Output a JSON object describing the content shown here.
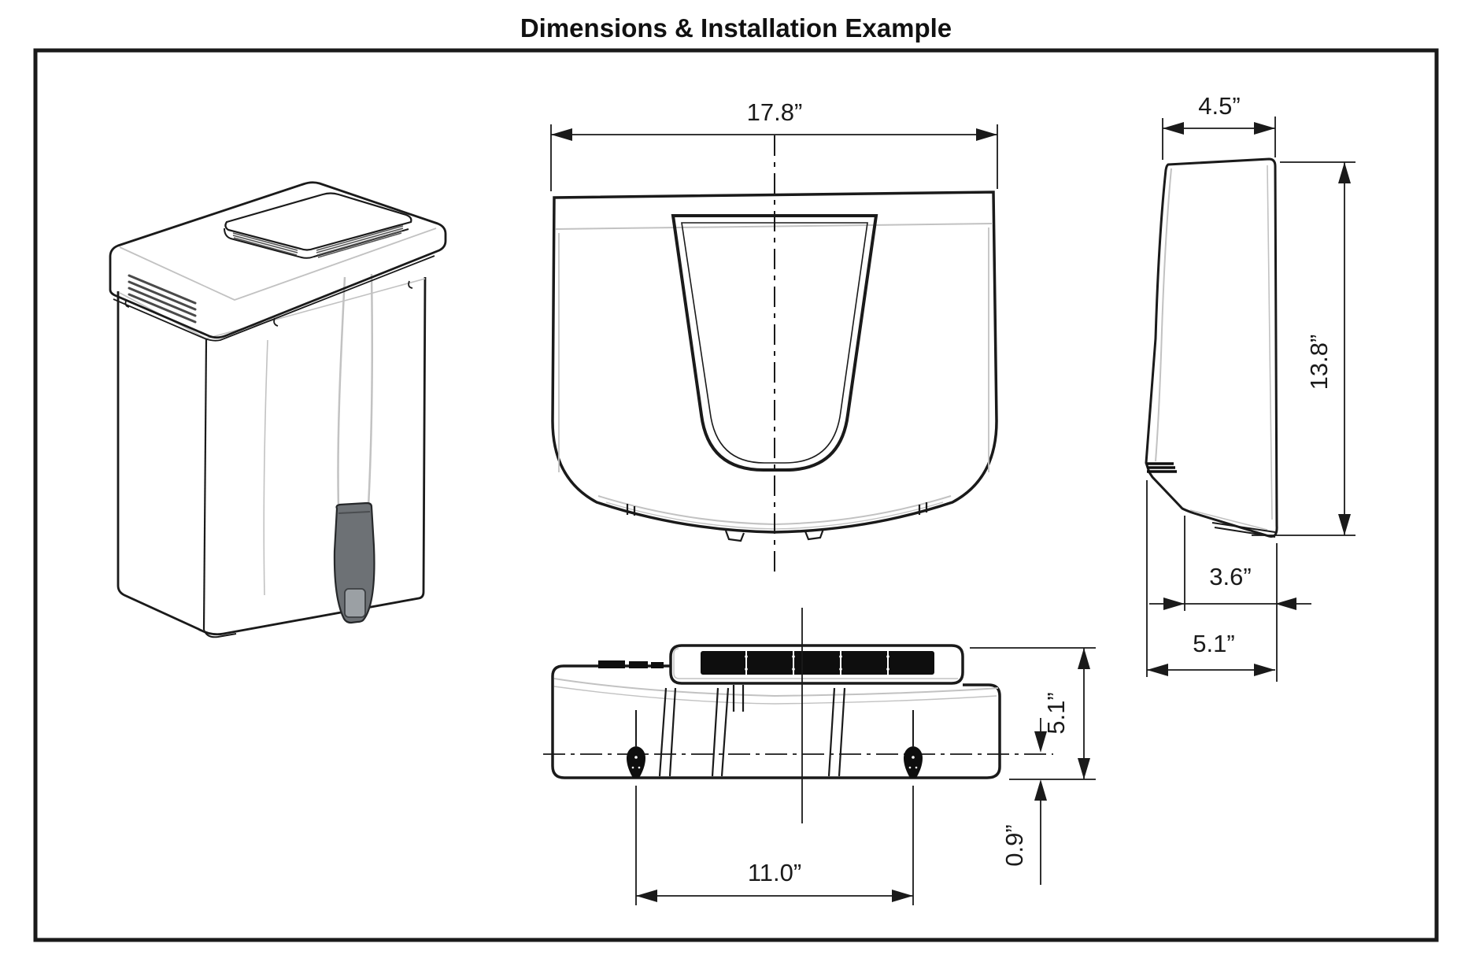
{
  "title": "Dimensions & Installation Example",
  "drawing": {
    "front_view": {
      "width": "17.8”"
    },
    "side_view": {
      "depth_top": "4.5”",
      "height": "13.8”",
      "bottom_inset": "3.6”",
      "depth_bottom": "5.1”"
    },
    "bottom_view": {
      "depth": "5.1”",
      "edge_offset": "0.9”",
      "mounting_span": "11.0”"
    }
  },
  "colors": {
    "ink": "#1a1a1a",
    "shade": "#c2c2c2",
    "grille": "#0e0e0e",
    "nozzle": "#6d7175"
  }
}
